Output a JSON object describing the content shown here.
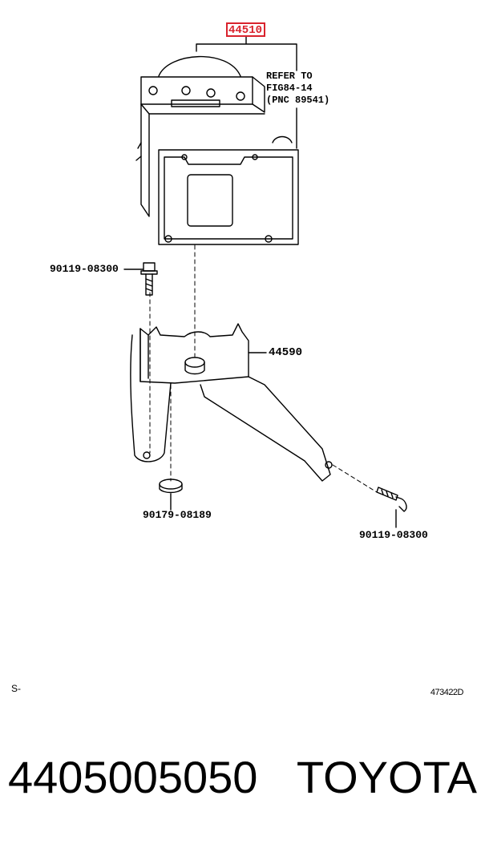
{
  "diagram": {
    "main_part": "44510",
    "reference_note": [
      "REFER TO",
      "FIG84-14",
      "(PNC 89541)"
    ],
    "callouts": {
      "bolt_top": "90119-08300",
      "bracket": "44590",
      "washer": "90179-08189",
      "bolt_right": "90119-08300"
    },
    "corner_left": "S-",
    "corner_right": "473422D"
  },
  "caption": {
    "part_number": "4405005050",
    "brand": "TOYOTA"
  },
  "colors": {
    "highlight": "#d9232d",
    "line": "#000000"
  }
}
